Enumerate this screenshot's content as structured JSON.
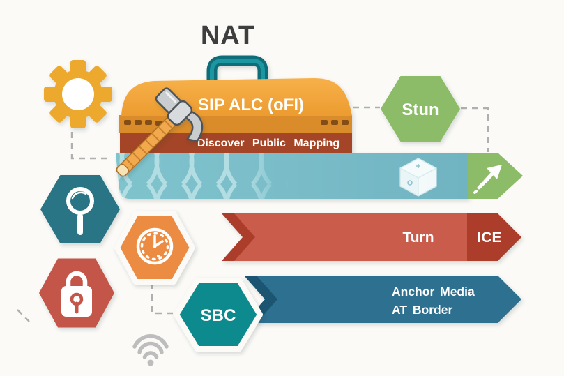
{
  "title": "NAT",
  "toolbox": {
    "lid_label": "SIP ALC (oFI)",
    "banner_label": "Discover Public Mapping"
  },
  "hexagons": {
    "stun_label": "Stun",
    "sbc_label": "SBC"
  },
  "bands": {
    "turn_label": "Turn",
    "ice_label": "ICE",
    "anchor_line1": "Anchor Media",
    "anchor_line2": "AT Border"
  },
  "icons": {
    "gear": "gear-icon",
    "hammer": "hammer-icon",
    "toolbox_handle": "toolbox-handle",
    "magnifier": "magnifier-icon",
    "padlock": "padlock-icon",
    "clock": "clock-icon",
    "wifi": "wifi-icon",
    "cube": "cube-icon",
    "jump_arrow": "jump-arrow-icon"
  },
  "colors": {
    "title_text": "#3E3E3E",
    "gear_yellow": "#ECA92D",
    "strip_orange": "#DB8C2A",
    "banner_red": "#A34425",
    "body_teal": "#7FC3CD",
    "band_teal": "#70B3C1",
    "green": "#8CBC68",
    "turn_red": "#C95B4B",
    "turn_dark_red": "#AC3D2B",
    "anchor_blue": "#2E7090",
    "anchor_dark_blue": "#1A5472",
    "sbc_teal": "#0F8A8D",
    "magnifier_teal": "#2B7585",
    "lock_red": "#C4564A",
    "clock_orange": "#EC8C42",
    "handle_teal": "#0B6D79",
    "wifi_gray": "#BDBDBD",
    "dash_gray": "#AFAFAF"
  }
}
